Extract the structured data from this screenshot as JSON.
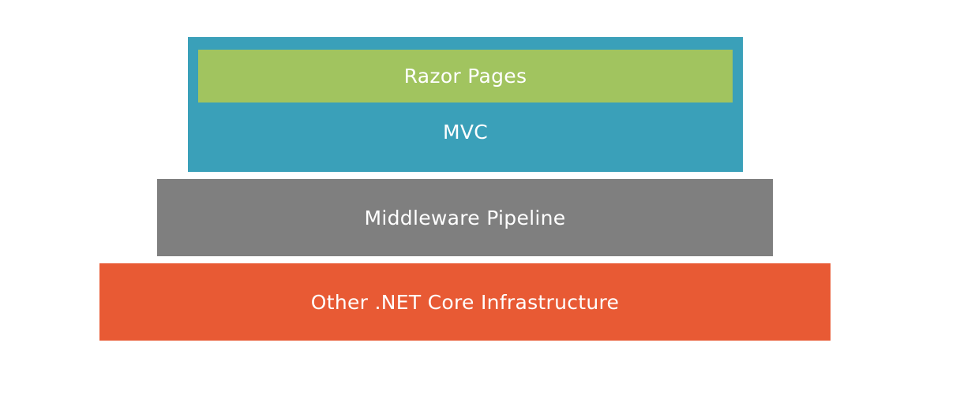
{
  "layers": {
    "razor_pages": "Razor Pages",
    "mvc": "MVC",
    "middleware": "Middleware Pipeline",
    "infrastructure": "Other .NET Core Infrastructure"
  },
  "colors": {
    "mvc": "#3aa0b9",
    "razor_pages": "#a1c45f",
    "middleware": "#7f7f7f",
    "infrastructure": "#e85a34",
    "text": "#ffffff"
  }
}
